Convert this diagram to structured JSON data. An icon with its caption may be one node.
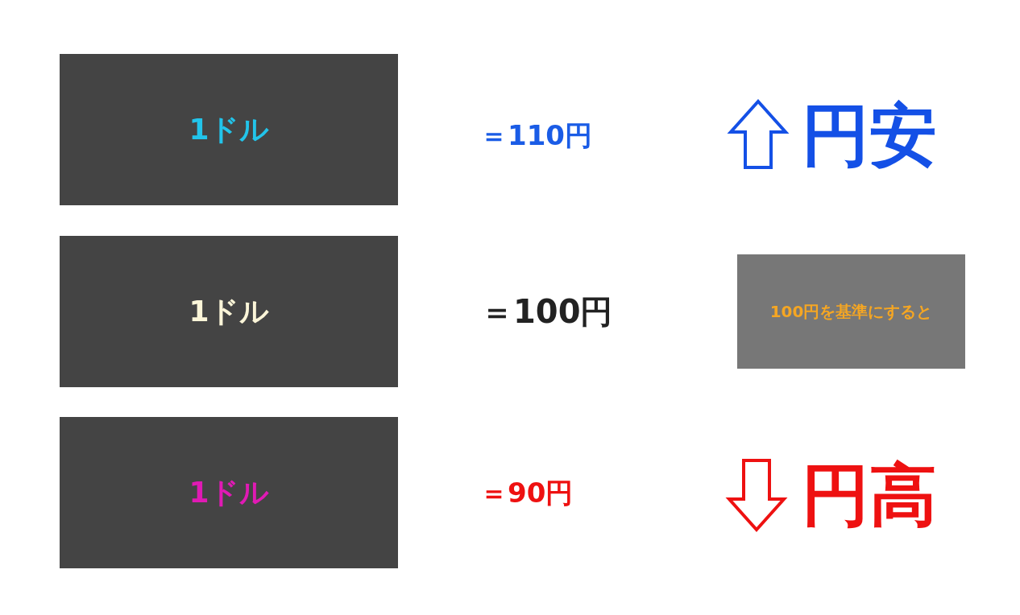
{
  "diagram": {
    "nodes": [
      {
        "text": [
          "1ドル"
        ]
      },
      {
        "text": [
          "1ドル"
        ]
      },
      {
        "text": [
          "1ドル"
        ]
      },
      {
        "text": [
          "100円を基準にすると"
        ]
      }
    ],
    "labels": [
      "＝110円",
      "円安",
      "＝100円",
      "＝90円",
      "円高"
    ]
  }
}
